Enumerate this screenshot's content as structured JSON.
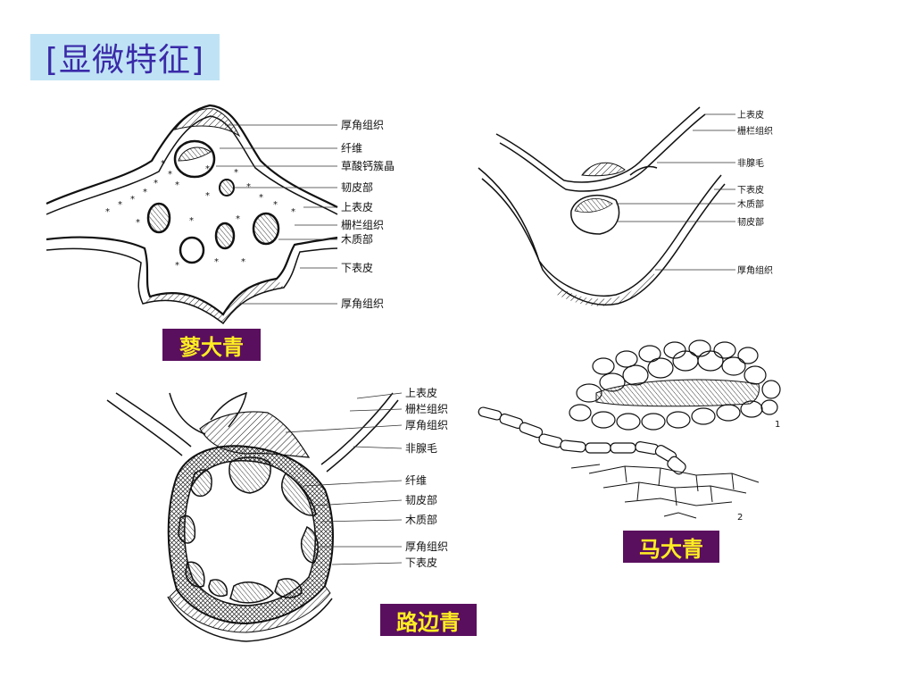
{
  "title": "[显微特征]",
  "figures": {
    "liaodaqing": {
      "caption": "蓼大青",
      "labels": [
        "厚角组织",
        "纤维",
        "草酸钙簇晶",
        "韧皮部",
        "上表皮",
        "栅栏组织",
        "木质部",
        "下表皮",
        "厚角组织"
      ]
    },
    "madaqing_upper": {
      "labels": [
        "上表皮",
        "栅栏组织",
        "非腺毛",
        "下表皮",
        "木质部",
        "韧皮部",
        "厚角组织"
      ]
    },
    "lubianqing": {
      "caption": "路边青",
      "labels": [
        "上表皮",
        "栅栏组织",
        "厚角组织",
        "非腺毛",
        "纤维",
        "韧皮部",
        "木质部",
        "厚角组织",
        "下表皮"
      ]
    },
    "madaqing_lower": {
      "caption": "马大青",
      "panel_marks": [
        "1",
        "2"
      ]
    }
  },
  "colors": {
    "title_bg": "#bfe3f5",
    "title_text": "#3a2aa8",
    "caption_bg": "#5a0f5e",
    "caption_text": "#ffee22"
  }
}
